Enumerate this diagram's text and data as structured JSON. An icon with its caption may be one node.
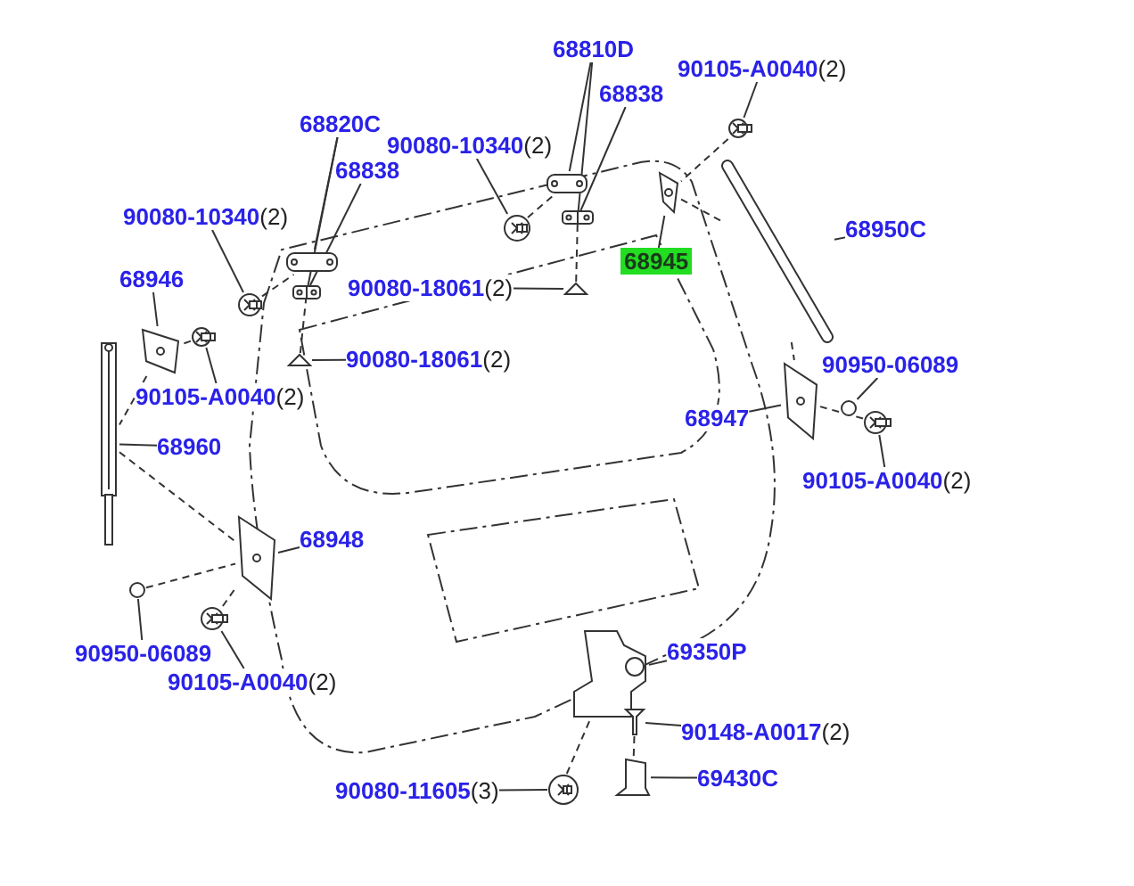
{
  "diagram": {
    "nodes": [
      {
        "text": [
          "68810D"
        ]
      },
      {
        "text": [
          "90105-A0040"
        ],
        "beside": [
          "(2)"
        ]
      },
      {
        "text": [
          "68838"
        ]
      },
      {
        "text": [
          "68820C"
        ]
      },
      {
        "text": [
          "90080-10340"
        ],
        "beside": [
          "(2)"
        ]
      },
      {
        "text": [
          "68838"
        ]
      },
      {
        "text": [
          "90080-10340"
        ],
        "beside": [
          "(2)"
        ]
      },
      {
        "text": [
          "68950C"
        ]
      },
      {
        "text": [
          "68945"
        ]
      },
      {
        "text": [
          "68946"
        ]
      },
      {
        "text": [
          "90080-18061"
        ],
        "beside": [
          "(2)"
        ]
      },
      {
        "text": [
          "90105-A0040"
        ],
        "beside": [
          "(2)"
        ]
      },
      {
        "text": [
          "90080-18061"
        ],
        "beside": [
          "(2)"
        ]
      },
      {
        "text": [
          "90950-06089"
        ]
      },
      {
        "text": [
          "68947"
        ]
      },
      {
        "text": [
          "68960"
        ]
      },
      {
        "text": [
          "90105-A0040"
        ],
        "beside": [
          "(2)"
        ]
      },
      {
        "text": [
          "68948"
        ]
      },
      {
        "text": [
          "90950-06089"
        ]
      },
      {
        "text": [
          "69350P"
        ]
      },
      {
        "text": [
          "90105-A0040"
        ],
        "beside": [
          "(2)"
        ]
      },
      {
        "text": [
          "90148-A0017"
        ],
        "beside": [
          "(2)"
        ]
      },
      {
        "text": [
          "69430C"
        ]
      },
      {
        "text": [
          "90080-11605"
        ],
        "beside": [
          "(3)"
        ]
      },
      {
        "text": [],
        "shape": "picture"
      },
      {
        "text": [],
        "shape": "picture"
      },
      {
        "text": [],
        "shape": "picture"
      },
      {
        "text": [],
        "shape": "picture"
      },
      {
        "text": [],
        "shape": "picture"
      },
      {
        "text": [],
        "shape": "picture"
      },
      {
        "text": [],
        "shape": "picture"
      },
      {
        "text": [],
        "shape": "picture"
      },
      {
        "text": [],
        "shape": "picture"
      },
      {
        "text": [],
        "shape": "picture"
      },
      {
        "text": [],
        "shape": "picture"
      },
      {
        "text": [],
        "shape": "picture"
      },
      {
        "text": [],
        "shape": "picture"
      },
      {
        "text": [],
        "shape": "circle"
      },
      {
        "text": [],
        "shape": "picture"
      },
      {
        "text": [],
        "shape": "picture"
      },
      {
        "text": [],
        "shape": "picture"
      },
      {
        "text": [],
        "shape": "picture"
      },
      {
        "text": [],
        "shape": "circle"
      },
      {
        "text": [],
        "shape": "picture"
      },
      {
        "text": [],
        "shape": "picture"
      },
      {
        "text": [],
        "shape": "picture"
      },
      {
        "text": [],
        "shape": "picture"
      },
      {
        "text": [],
        "shape": "picture"
      }
    ],
    "edges": [
      {
        "from": 0,
        "to": 24,
        "arrow": "none"
      },
      {
        "from": 0,
        "to": 25,
        "arrow": "none"
      },
      {
        "from": 2,
        "to": 25,
        "arrow": "none"
      },
      {
        "from": 3,
        "to": 27,
        "arrow": "none"
      },
      {
        "from": 3,
        "to": 28,
        "arrow": "none"
      },
      {
        "from": 5,
        "to": 28,
        "arrow": "none"
      },
      {
        "from": 1,
        "to": 26,
        "arrow": "none"
      },
      {
        "from": 4,
        "to": 29,
        "arrow": "none"
      },
      {
        "from": 6,
        "to": 30,
        "arrow": "none"
      },
      {
        "from": 7,
        "to": 31,
        "arrow": "none"
      },
      {
        "from": 8,
        "to": 32,
        "arrow": "none"
      },
      {
        "from": 9,
        "to": 33,
        "arrow": "none"
      },
      {
        "from": 10,
        "to": 34,
        "arrow": "none"
      },
      {
        "from": 11,
        "to": 36,
        "arrow": "none"
      },
      {
        "from": 12,
        "to": 35,
        "arrow": "none"
      },
      {
        "from": 13,
        "to": 37,
        "arrow": "none"
      },
      {
        "from": 14,
        "to": 38,
        "arrow": "none"
      },
      {
        "from": 15,
        "to": 39,
        "arrow": "none"
      },
      {
        "from": 16,
        "to": 40,
        "arrow": "none"
      },
      {
        "from": 17,
        "to": 41,
        "arrow": "none"
      },
      {
        "from": 18,
        "to": 42,
        "arrow": "none"
      },
      {
        "from": 19,
        "to": 43,
        "arrow": "none"
      },
      {
        "from": 20,
        "to": 44,
        "arrow": "none"
      },
      {
        "from": 21,
        "to": 45,
        "arrow": "none"
      },
      {
        "from": 22,
        "to": 46,
        "arrow": "none"
      },
      {
        "from": 23,
        "to": 47,
        "arrow": "none"
      },
      {
        "from": 26,
        "to": 32,
        "arrow": "none",
        "style": "dashed"
      },
      {
        "from": 32,
        "to": 31,
        "arrow": "none",
        "style": "dashed"
      },
      {
        "from": 31,
        "to": 38,
        "arrow": "none",
        "style": "dashed"
      },
      {
        "from": 40,
        "to": 38,
        "arrow": "none",
        "style": "dashed"
      },
      {
        "from": 29,
        "to": 24,
        "arrow": "none",
        "style": "dashed"
      },
      {
        "from": 30,
        "to": 27,
        "arrow": "none",
        "style": "dashed"
      },
      {
        "from": 34,
        "to": 25,
        "arrow": "none",
        "style": "dashed"
      },
      {
        "from": 35,
        "to": 28,
        "arrow": "none",
        "style": "dashed"
      },
      {
        "from": 36,
        "to": 33,
        "arrow": "none",
        "style": "dashed"
      },
      {
        "from": 33,
        "to": 39,
        "arrow": "none",
        "style": "dashed"
      },
      {
        "from": 39,
        "to": 41,
        "arrow": "none",
        "style": "dashed"
      },
      {
        "from": 42,
        "to": 41,
        "arrow": "none",
        "style": "dashed"
      },
      {
        "from": 44,
        "to": 41,
        "arrow": "none",
        "style": "dashed"
      },
      {
        "from": 47,
        "to": 43,
        "arrow": "none",
        "style": "dashed"
      },
      {
        "from": 45,
        "to": 46,
        "arrow": "none",
        "style": "dashed"
      }
    ]
  }
}
